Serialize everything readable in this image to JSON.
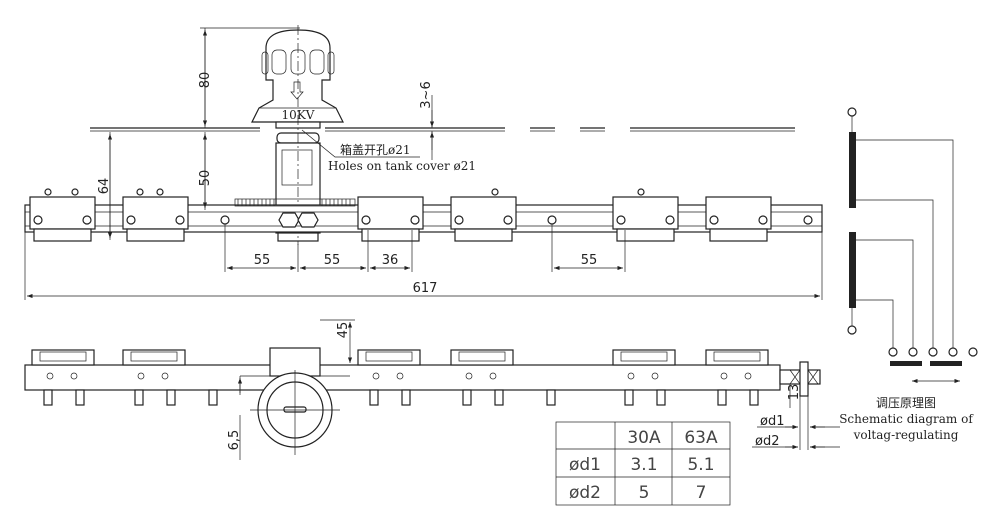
{
  "top_view": {
    "dims": {
      "height_80": "80",
      "height_50": "50",
      "height_64": "64",
      "gap_3_6": "3~6",
      "spacing_1": "55",
      "spacing_2": "55",
      "spacing_3": "36",
      "spacing_4": "55",
      "total_length": "617"
    },
    "motor_label": "10KV",
    "hole_label_cn": "箱盖开孔ø21",
    "hole_label_en": "Holes on tank cover ø21"
  },
  "side_view": {
    "dims": {
      "height_45": "45",
      "offset_6_5": "6,5",
      "shaft_13": "13",
      "d1": "ød1",
      "d2": "ød2"
    }
  },
  "schematic": {
    "title_cn": "调压原理图",
    "title_en_1": "Schematic diagram of",
    "title_en_2": "voltag-regulating"
  },
  "table": {
    "headers": [
      "",
      "30A",
      "63A"
    ],
    "rows": [
      [
        "ød1",
        "3.1",
        "5.1"
      ],
      [
        "ød2",
        "5",
        "7"
      ]
    ]
  }
}
